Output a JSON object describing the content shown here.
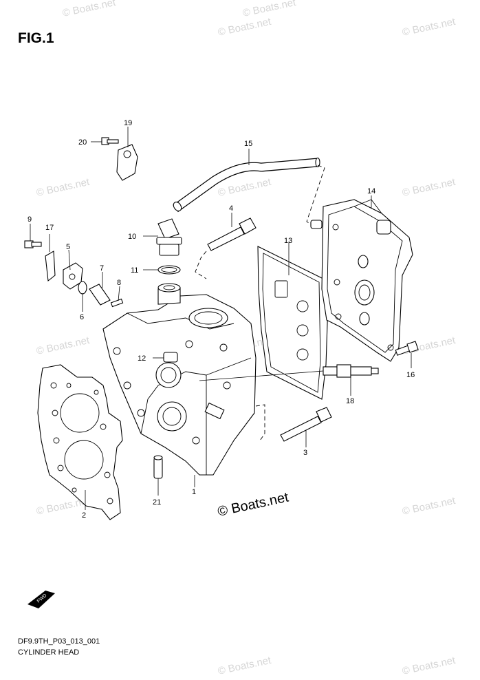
{
  "figure": {
    "title": "FIG.1",
    "drawing_code": "DF9.9TH_P03_013_001",
    "section_name": "CYLINDER HEAD"
  },
  "watermark": {
    "small": "© Boats.net",
    "large": "© Boats.net"
  },
  "parts": [
    {
      "ref": "1"
    },
    {
      "ref": "2"
    },
    {
      "ref": "3"
    },
    {
      "ref": "4"
    },
    {
      "ref": "5"
    },
    {
      "ref": "6"
    },
    {
      "ref": "7"
    },
    {
      "ref": "8"
    },
    {
      "ref": "9"
    },
    {
      "ref": "10"
    },
    {
      "ref": "11"
    },
    {
      "ref": "12"
    },
    {
      "ref": "13"
    },
    {
      "ref": "14"
    },
    {
      "ref": "15"
    },
    {
      "ref": "16"
    },
    {
      "ref": "17"
    },
    {
      "ref": "18"
    },
    {
      "ref": "19"
    },
    {
      "ref": "20"
    },
    {
      "ref": "21"
    }
  ],
  "fwd_badge": "FWD"
}
